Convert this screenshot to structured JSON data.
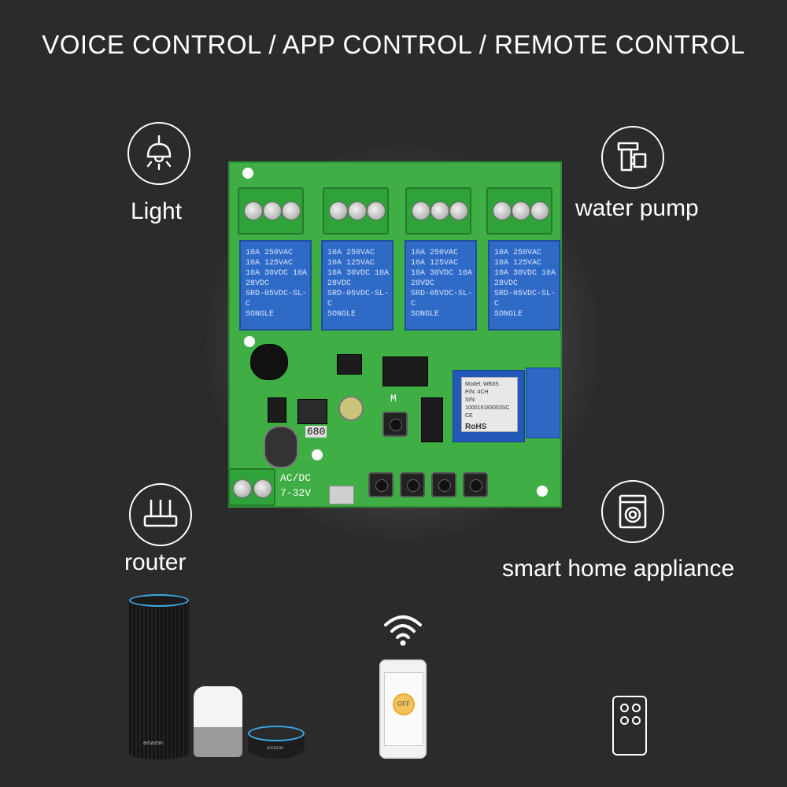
{
  "headline": "VOICE CONTROL / APP CONTROL / REMOTE CONTROL",
  "labels": {
    "light": "Light",
    "water_pump": "water pump",
    "router": "router",
    "smart_home_appliance": "smart home appliance"
  },
  "board": {
    "relay_lines": [
      "10A 250VAC 10A 125VAC",
      "10A 30VDC 10A 28VDC",
      "SRD-05VDC-SL-C",
      "SONGLE"
    ],
    "power_label_1": "AC/DC",
    "power_label_2": "7-32V",
    "inductor_label": "680",
    "jumper_label": "M",
    "module_model": "Model: WB3S",
    "module_pn": "P/N: 4CH",
    "module_sn": "S/N: 100019183003SC",
    "module_ce": "CE",
    "module_rohs": "RoHS"
  },
  "devices": {
    "echo_brand": "amazon",
    "dot_brand": "amazon",
    "phone_power": "OFF"
  },
  "colors": {
    "background": "#2b2b2b",
    "pcb_green": "#3fae45",
    "relay_blue": "#2f6ac7",
    "alexa_ring": "#3ea9e8",
    "phone_power": "#f3c25a"
  },
  "icons": [
    "light-bulb-icon",
    "water-pump-icon",
    "router-icon",
    "washing-machine-icon",
    "wifi-icon",
    "remote-control-icon"
  ]
}
